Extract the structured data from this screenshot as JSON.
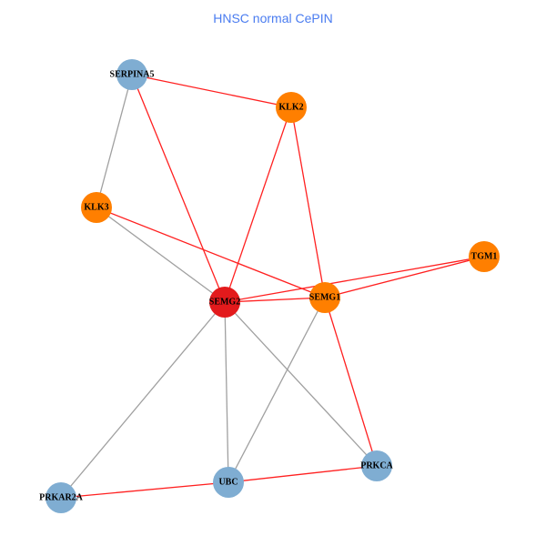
{
  "title": "HNSC normal CePIN",
  "colors": {
    "red_node": "#e31a1c",
    "orange_node": "#ff7f00",
    "blue_node": "#7fadd2",
    "red_edge": "#ff2020",
    "gray_edge": "#a0a0a0"
  },
  "nodes": [
    {
      "id": "SERPINA5",
      "label": "SERPINA5",
      "group": "blue"
    },
    {
      "id": "KLK2",
      "label": "KLK2",
      "group": "orange"
    },
    {
      "id": "KLK3",
      "label": "KLK3",
      "group": "orange"
    },
    {
      "id": "SEMG2",
      "label": "SEMG2",
      "group": "red"
    },
    {
      "id": "SEMG1",
      "label": "SEMG1",
      "group": "orange"
    },
    {
      "id": "TGM1",
      "label": "TGM1",
      "group": "orange"
    },
    {
      "id": "PRKCA",
      "label": "PRKCA",
      "group": "blue"
    },
    {
      "id": "UBC",
      "label": "UBC",
      "group": "blue"
    },
    {
      "id": "PRKAR2A",
      "label": "PRKAR2A",
      "group": "blue"
    }
  ],
  "edges": [
    {
      "source": "SERPINA5",
      "target": "KLK2",
      "type": "red"
    },
    {
      "source": "SERPINA5",
      "target": "SEMG2",
      "type": "red"
    },
    {
      "source": "SERPINA5",
      "target": "KLK3",
      "type": "gray"
    },
    {
      "source": "KLK2",
      "target": "SEMG2",
      "type": "red"
    },
    {
      "source": "KLK2",
      "target": "SEMG1",
      "type": "red"
    },
    {
      "source": "KLK3",
      "target": "SEMG1",
      "type": "red"
    },
    {
      "source": "KLK3",
      "target": "SEMG2",
      "type": "gray"
    },
    {
      "source": "SEMG2",
      "target": "TGM1",
      "type": "red"
    },
    {
      "source": "SEMG2",
      "target": "SEMG1",
      "type": "red"
    },
    {
      "source": "SEMG1",
      "target": "TGM1",
      "type": "red"
    },
    {
      "source": "SEMG1",
      "target": "PRKCA",
      "type": "red"
    },
    {
      "source": "SEMG1",
      "target": "UBC",
      "type": "gray"
    },
    {
      "source": "SEMG2",
      "target": "UBC",
      "type": "gray"
    },
    {
      "source": "SEMG2",
      "target": "PRKCA",
      "type": "gray"
    },
    {
      "source": "SEMG2",
      "target": "PRKAR2A",
      "type": "gray"
    },
    {
      "source": "UBC",
      "target": "PRKAR2A",
      "type": "red"
    },
    {
      "source": "UBC",
      "target": "PRKCA",
      "type": "red"
    }
  ]
}
